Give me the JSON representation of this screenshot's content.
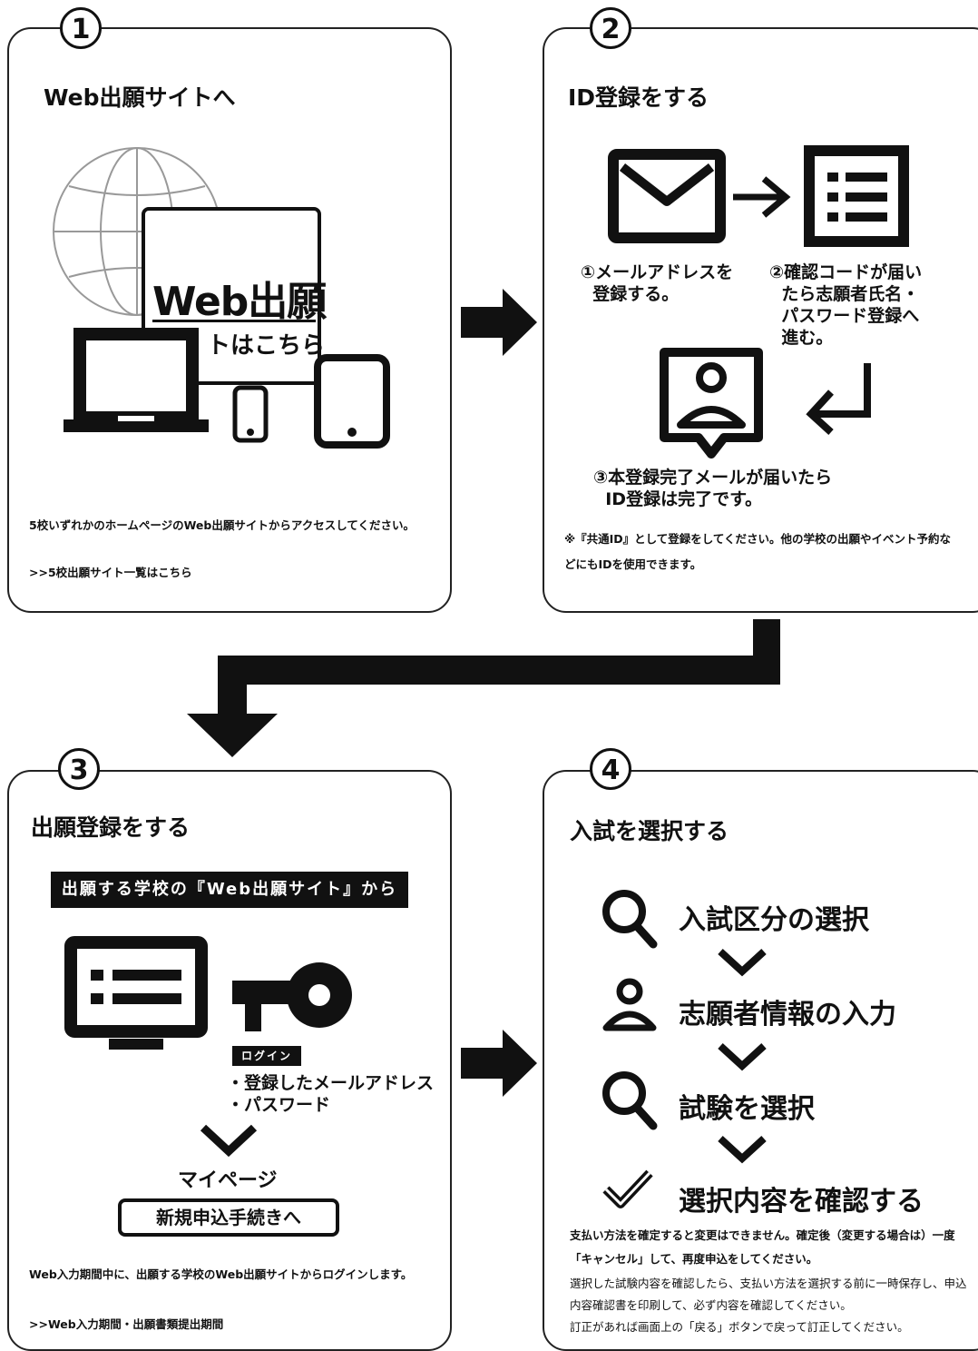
{
  "steps": [
    {
      "number": "1",
      "title": "Web出願サイトへ",
      "banner_big": "Web出願",
      "banner_sub": "トはこちら",
      "description": "5校いずれかのホームページのWeb出願サイトからアクセスしてください。",
      "link": ">>5校出願サイト一覧はこちら"
    },
    {
      "number": "2",
      "title": "ID登録をする",
      "sub1": "①メールアドレスを\n  登録する。",
      "sub2": "②確認コードが届い\n  たら志願者氏名・\n  パスワード登録へ\n  進む。",
      "sub3": "③本登録完了メールが届いたら\n  ID登録は完了です。",
      "note": "※『共通ID』として登録をしてください。他の学校の出願やイベント予約などにもIDを使用できます。"
    },
    {
      "number": "3",
      "title": "出願登録をする",
      "banner": "出願する学校の『Web出願サイト』から",
      "login_tag": "ログイン",
      "login_items": [
        "・登録したメールアドレス",
        "・パスワード"
      ],
      "mypage": "マイページ",
      "new_app_button": "新規申込手続きへ",
      "description": "Web入力期間中に、出願する学校のWeb出願サイトからログインします。",
      "link": ">>Web入力期間・出願書類提出期間"
    },
    {
      "number": "4",
      "title": "入試を選択する",
      "flow": [
        "入試区分の選択",
        "志願者情報の入力",
        "試験を選択",
        "選択内容を確認する"
      ],
      "note1": "支払い方法を確定すると変更はできません。確定後（変更する場合は）一度「キャンセル」して、再度申込をしてください。",
      "note2": "選択した試験内容を確認したら、支払い方法を選択する前に一時保存し、申込内容確認書を印刷して、必ず内容を確認してください。\n訂正があれば画面上の「戻る」ボタンで戻って訂正してください。"
    }
  ]
}
